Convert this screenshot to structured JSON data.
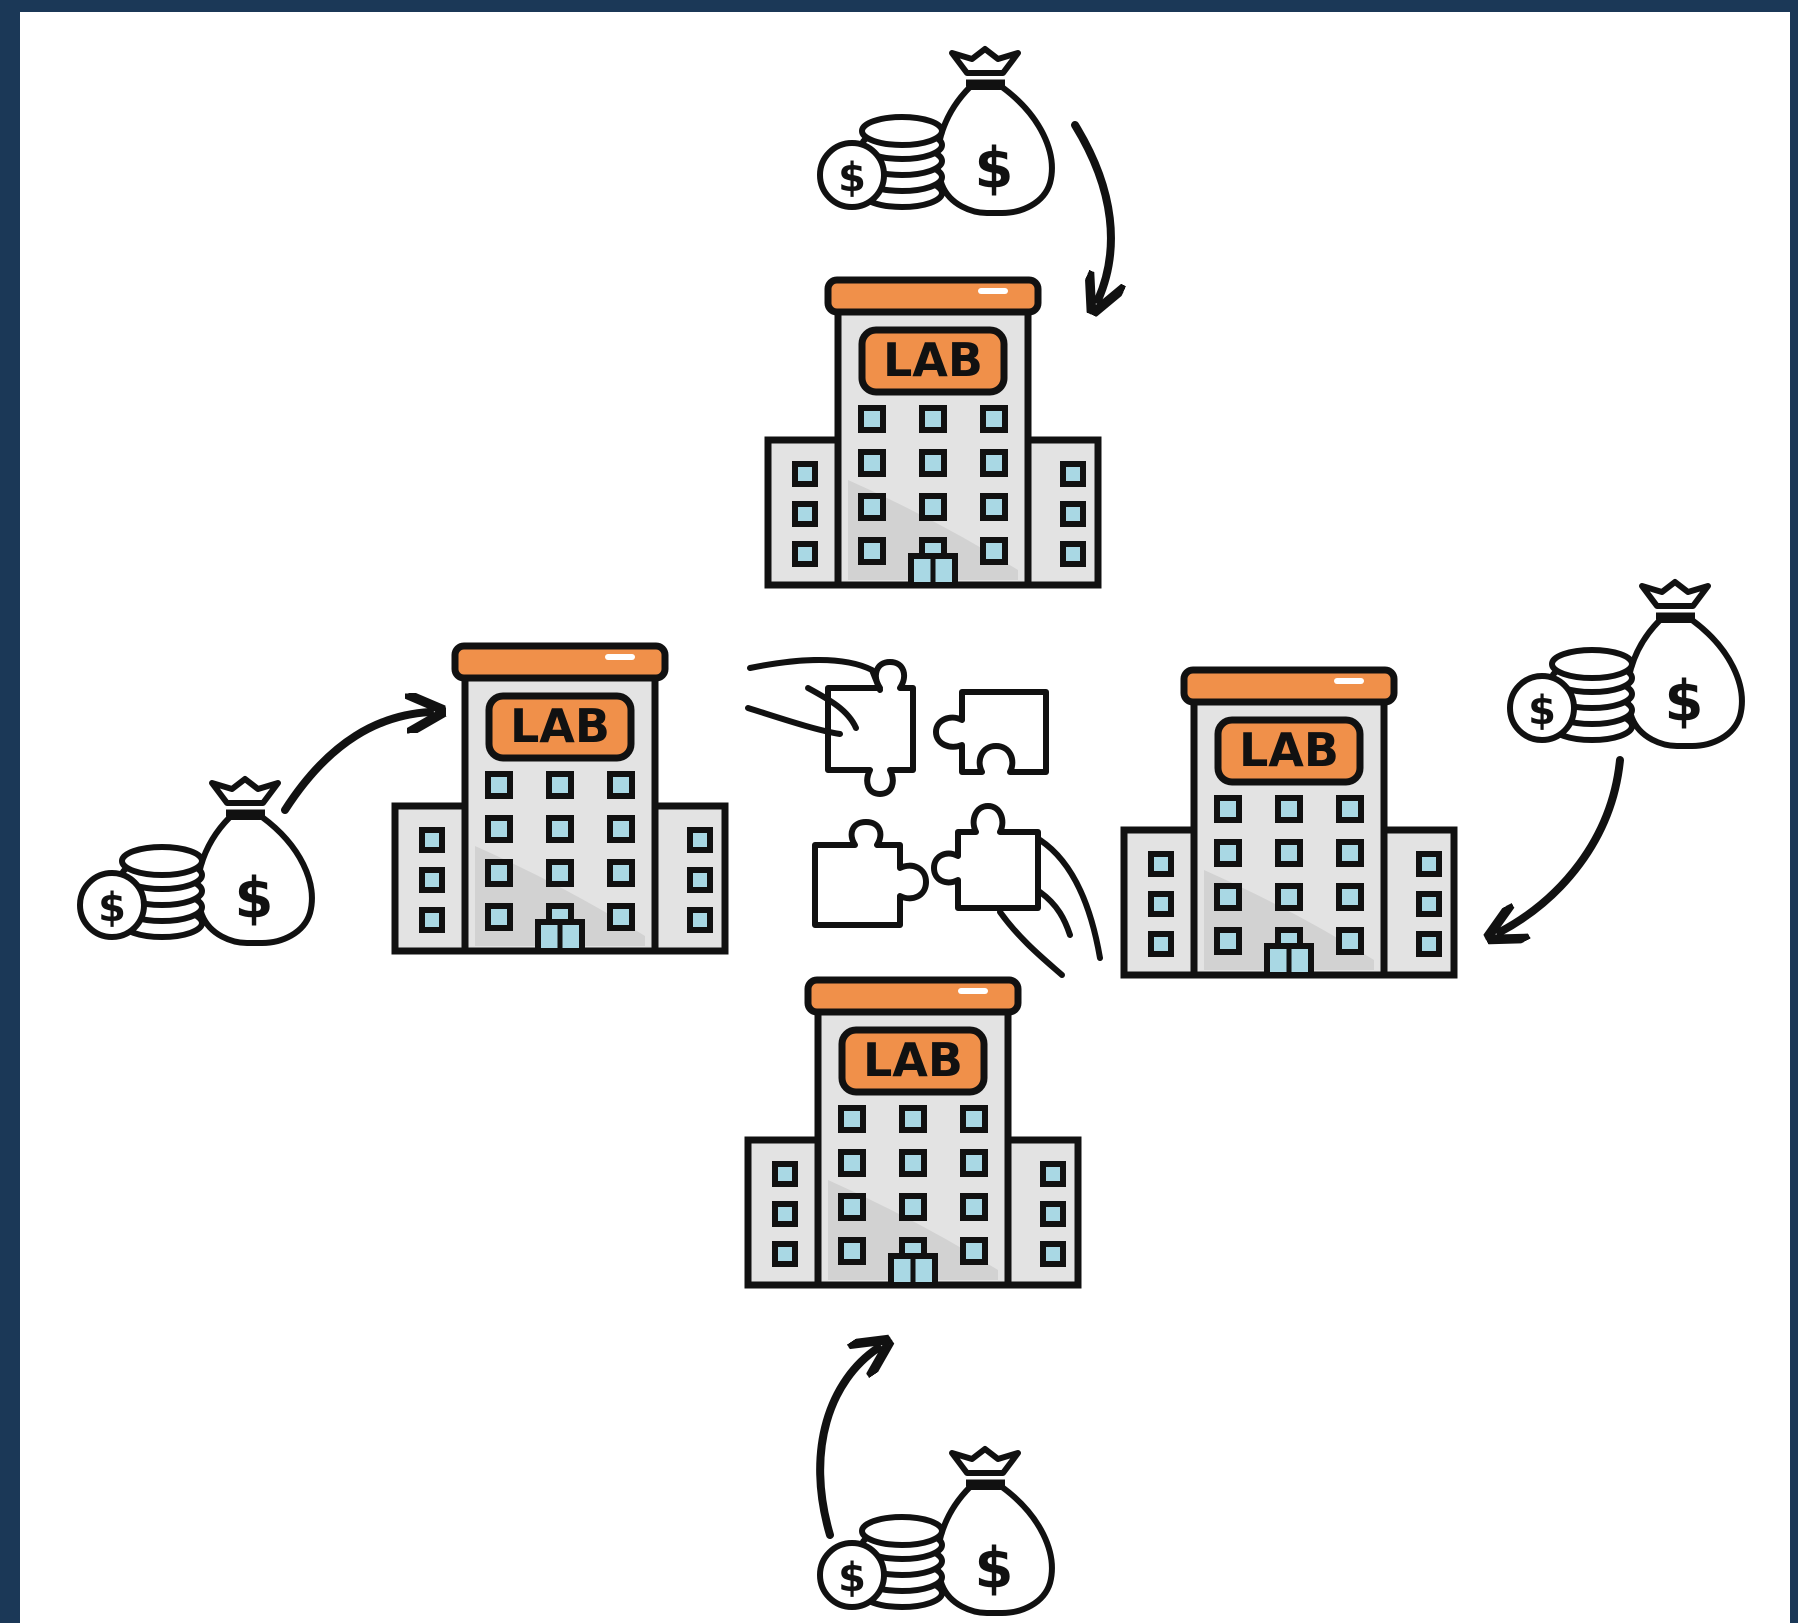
{
  "colors": {
    "frame": "#1b3857",
    "background": "#ffffff",
    "roof": "#f0904a",
    "sign": "#f0904a",
    "building": "#e3e3e3",
    "building_shadow": "#cfcfcf",
    "window": "#a9d8e4",
    "outline": "#111111"
  },
  "labs": [
    {
      "sign": "LAB",
      "icon": "lab-building-icon"
    },
    {
      "sign": "LAB",
      "icon": "lab-building-icon"
    },
    {
      "sign": "LAB",
      "icon": "lab-building-icon"
    },
    {
      "sign": "LAB",
      "icon": "lab-building-icon"
    }
  ],
  "funding": [
    {
      "icon": "money-bag-coins-icon",
      "symbol": "$"
    },
    {
      "icon": "money-bag-coins-icon",
      "symbol": "$"
    },
    {
      "icon": "money-bag-coins-icon",
      "symbol": "$"
    },
    {
      "icon": "money-bag-coins-icon",
      "symbol": "$"
    }
  ],
  "collaboration": {
    "icon": "puzzle-pieces-hands-icon"
  }
}
